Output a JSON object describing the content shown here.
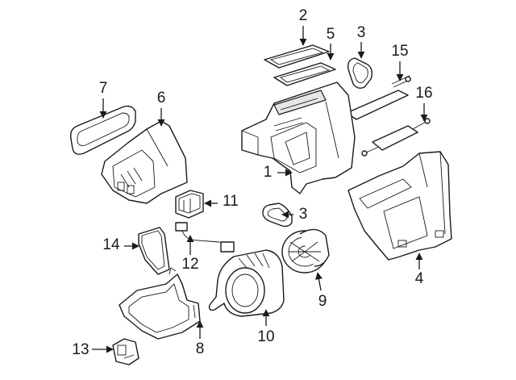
{
  "callouts": {
    "c1": "1",
    "c2": "2",
    "c3a": "3",
    "c3b": "3",
    "c4": "4",
    "c5": "5",
    "c6": "6",
    "c7": "7",
    "c8": "8",
    "c9": "9",
    "c10": "10",
    "c11": "11",
    "c12": "12",
    "c13": "13",
    "c14": "14",
    "c15": "15",
    "c16": "16"
  },
  "colors": {
    "line": "#1a1a1a",
    "background": "#ffffff",
    "shade": "#e6e6e6"
  }
}
